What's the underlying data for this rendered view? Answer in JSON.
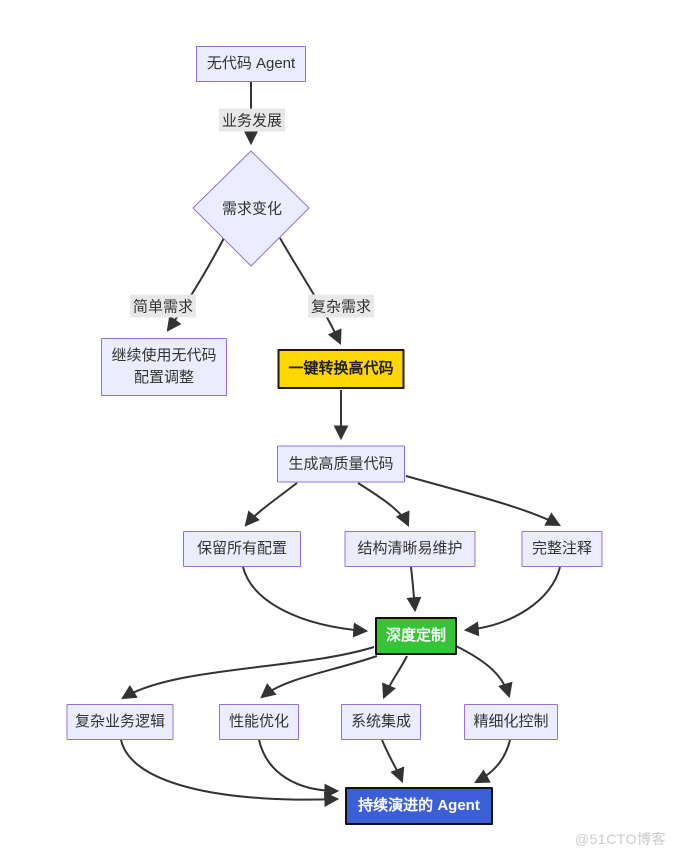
{
  "diagram": {
    "type": "flowchart",
    "nodes": {
      "nocode_agent": {
        "label": "无代码 Agent"
      },
      "demand_change": {
        "label": "需求变化"
      },
      "continue_nocode": {
        "line1": "继续使用无代码",
        "line2": "配置调整"
      },
      "one_click_convert": {
        "label": "一键转换高代码"
      },
      "generate_code": {
        "label": "生成高质量代码"
      },
      "keep_config": {
        "label": "保留所有配置"
      },
      "clear_structure": {
        "label": "结构清晰易维护"
      },
      "full_comments": {
        "label": "完整注释"
      },
      "deep_custom": {
        "label": "深度定制"
      },
      "complex_logic": {
        "label": "复杂业务逻辑"
      },
      "perf_opt": {
        "label": "性能优化"
      },
      "system_integration": {
        "label": "系统集成"
      },
      "fine_control": {
        "label": "精细化控制"
      },
      "evolving_agent": {
        "label": "持续演进的 Agent"
      }
    },
    "edge_labels": {
      "business_growth": "业务发展",
      "simple_demand": "简单需求",
      "complex_demand": "复杂需求"
    },
    "colors": {
      "node_fill": "#ECECFF",
      "node_border": "#9370DB",
      "edge_stroke": "#333333",
      "edge_label_bg": "#e8e8e8",
      "highlight_yellow": "#FFD700",
      "highlight_green": "#35C435",
      "highlight_blue": "#3C5FD8",
      "text_dark": "#333333",
      "text_light": "#ffffff"
    }
  },
  "watermark": {
    "text": "@51CTO博客"
  }
}
